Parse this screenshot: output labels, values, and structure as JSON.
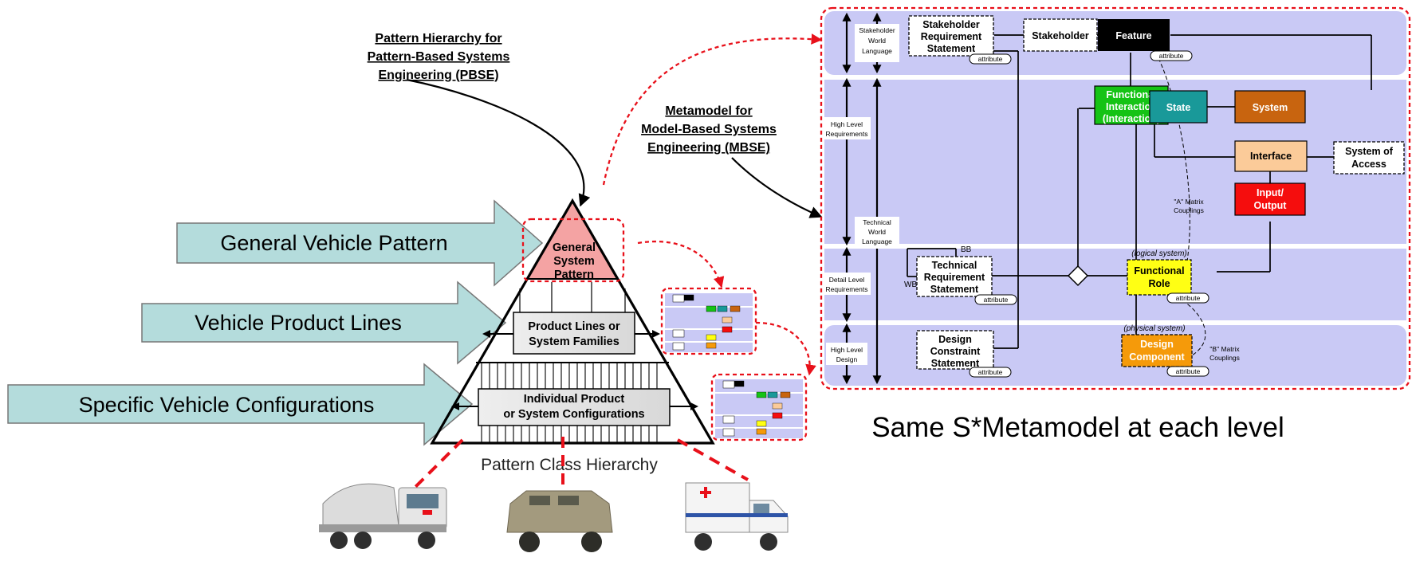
{
  "pbse_title": [
    "Pattern Hierarchy for",
    "Pattern-Based Systems",
    "Engineering (PBSE)"
  ],
  "mbse_title": [
    "Metamodel for",
    "Model-Based Systems",
    "Engineering (MBSE)"
  ],
  "arrows": {
    "general": "General Vehicle Pattern",
    "product_lines": "Vehicle Product Lines",
    "configurations": "Specific Vehicle Configurations"
  },
  "pyramid": {
    "apex": [
      "General",
      "System",
      "Pattern"
    ],
    "middle": [
      "Product Lines or",
      "System Families"
    ],
    "bottom": [
      "Individual Product",
      "or System Configurations"
    ],
    "caption": "Pattern Class Hierarchy"
  },
  "caption_right": "Same S*Metamodel at each level",
  "vehicles": [
    "Concrete mixer truck",
    "Armored vehicle",
    "Ambulance"
  ],
  "metamodel": {
    "bands": {
      "stakeholder_world": [
        "Stakeholder",
        "World",
        "Language"
      ],
      "high_level_req": [
        "High Level",
        "Requirements"
      ],
      "technical_world": [
        "Technical",
        "World",
        "Language"
      ],
      "detail_level_req": [
        "Detail Level",
        "Requirements"
      ],
      "high_level_design": [
        "High Level",
        "Design"
      ]
    },
    "boxes": {
      "stakeholder_req": [
        "Stakeholder",
        "Requirement",
        "Statement"
      ],
      "stakeholder": "Stakeholder",
      "feature": "Feature",
      "functional_interaction": [
        "Functional",
        "Interaction",
        "(Interaction)"
      ],
      "state": "State",
      "system": "System",
      "interface": "Interface",
      "system_of_access": [
        "System of",
        "Access"
      ],
      "input_output": [
        "Input/",
        "Output"
      ],
      "technical_req": [
        "Technical",
        "Requirement",
        "Statement"
      ],
      "functional_role": [
        "Functional",
        "Role"
      ],
      "design_constraint": [
        "Design",
        "Constraint",
        "Statement"
      ],
      "design_component": [
        "Design",
        "Component"
      ]
    },
    "attribute": "attribute",
    "logical_system": "(logical system)",
    "physical_system": "(physical system)",
    "a_matrix": [
      "\"A\" Matrix",
      "Couplings"
    ],
    "b_matrix": [
      "\"B\" Matrix",
      "Couplings"
    ],
    "bb": "BB",
    "wb": "WB"
  },
  "colors": {
    "arrow_fill": "#b4dcdc",
    "apex_fill": "#f4a3a3",
    "band_fill": "#c9c9f5",
    "functional_interaction": "#15c315",
    "state": "#199999",
    "system": "#c8640f",
    "interface": "#fbcb99",
    "input_output": "#f50d0d",
    "functional_role": "#ffff14",
    "design_component": "#f59a0a",
    "feature": "#000000",
    "accent_red": "#e8101a"
  }
}
